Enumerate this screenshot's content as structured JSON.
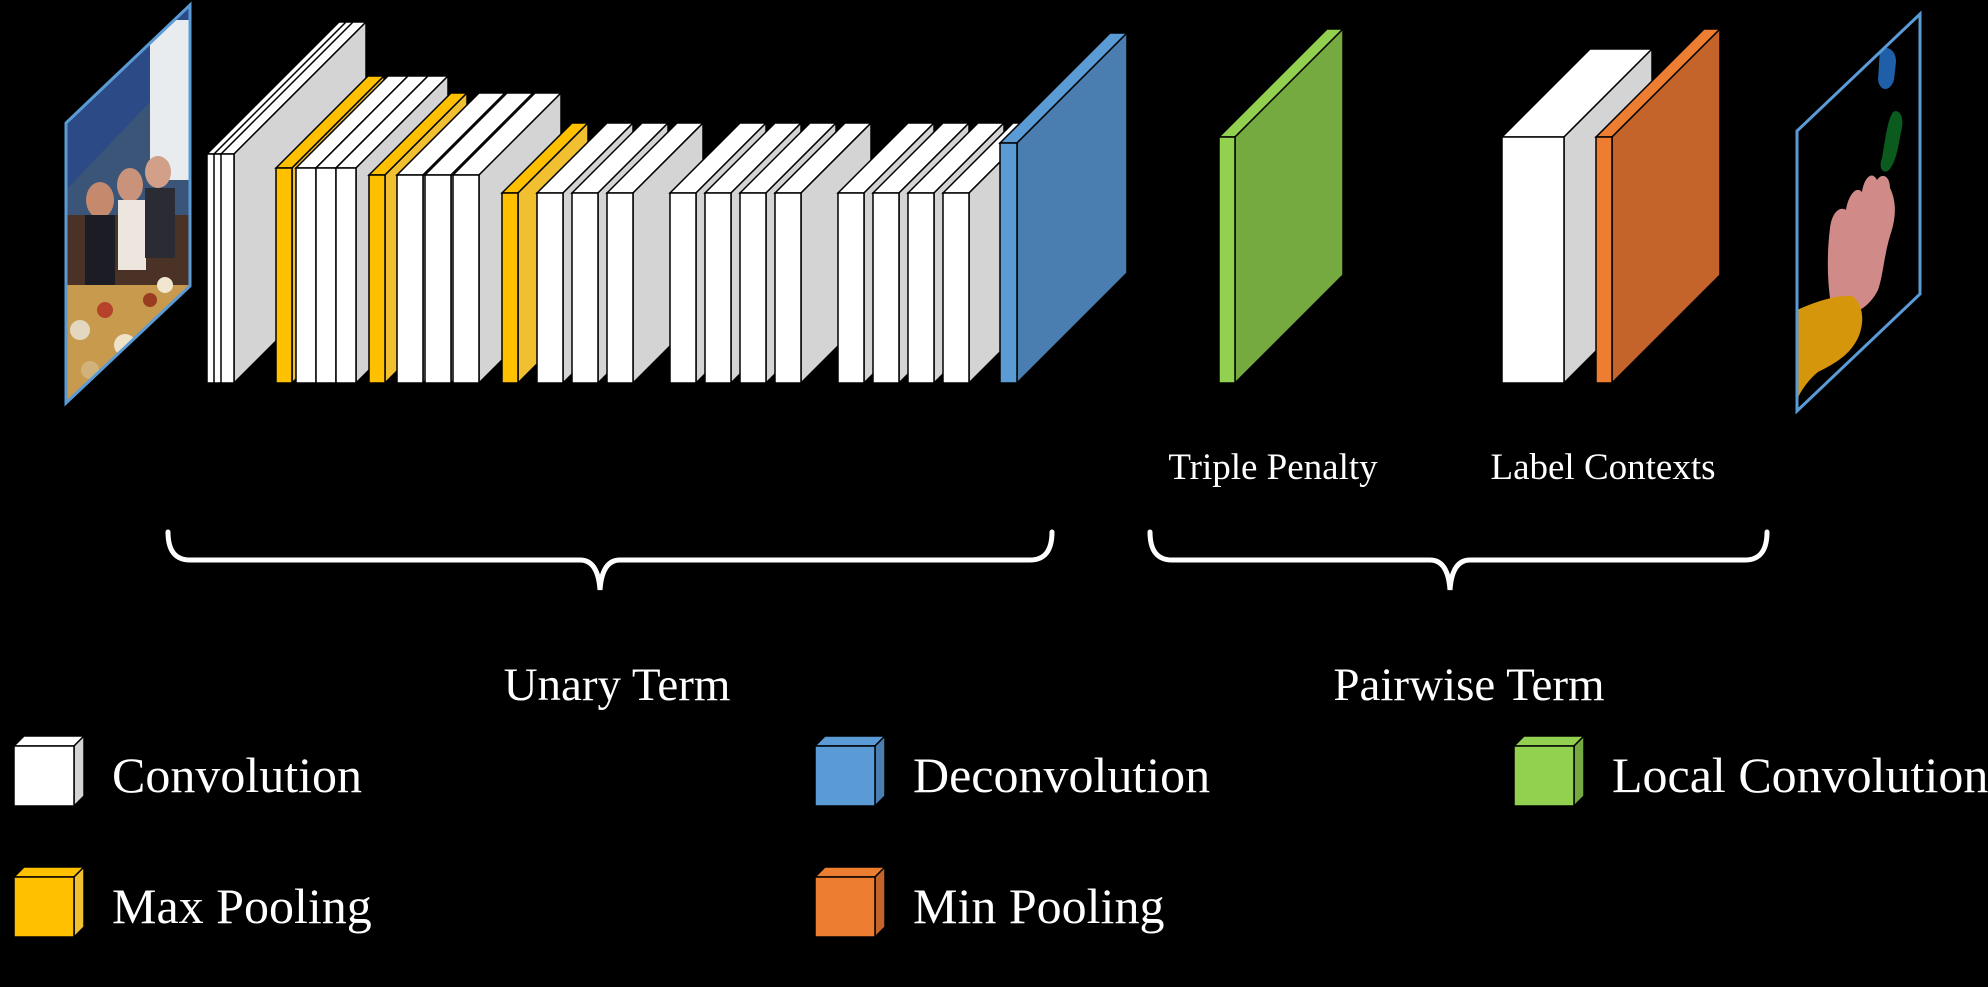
{
  "colors": {
    "background": "#000000",
    "convolution": "#FFFFFF",
    "convolution_side": "#D4D4D4",
    "max_pooling": "#FFC000",
    "max_pooling_side": "#F0C030",
    "deconvolution": "#5B9BD5",
    "deconvolution_side": "#4A7EB0",
    "local_convolution": "#92D050",
    "local_convolution_side": "#75AA40",
    "min_pooling": "#ED7D31",
    "min_pooling_side": "#C5642A"
  },
  "unary_layers": [
    "convolution",
    "convolution",
    "convolution",
    "max_pooling",
    "convolution",
    "convolution",
    "convolution",
    "max_pooling",
    "convolution",
    "convolution",
    "convolution",
    "max_pooling",
    "convolution",
    "convolution",
    "convolution",
    "convolution",
    "convolution",
    "convolution",
    "convolution",
    "convolution",
    "convolution",
    "convolution",
    "convolution",
    "deconvolution"
  ],
  "pairwise_layers": [
    "local_convolution",
    "convolution",
    "min_pooling"
  ],
  "labels": {
    "triple_penalty": "Triple Penalty",
    "label_contexts": "Label Contexts",
    "unary_term": "Unary Term",
    "pairwise_term": "Pairwise Term"
  },
  "legend": [
    {
      "type": "convolution",
      "label": "Convolution"
    },
    {
      "type": "deconvolution",
      "label": "Deconvolution"
    },
    {
      "type": "local_convolution",
      "label": "Local Convolution"
    },
    {
      "type": "max_pooling",
      "label": "Max Pooling"
    },
    {
      "type": "min_pooling",
      "label": "Min Pooling"
    }
  ]
}
